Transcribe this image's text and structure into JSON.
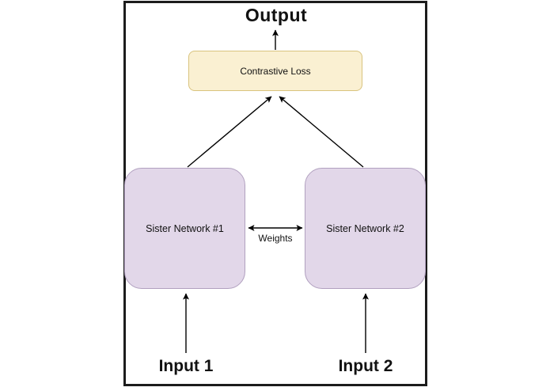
{
  "diagram": {
    "title": "Output",
    "nodes": {
      "contrastive_loss": {
        "label": "Contrastive Loss"
      },
      "sister_network_1": {
        "label": "Sister Network #1"
      },
      "sister_network_2": {
        "label": "Sister Network #2"
      }
    },
    "edges": {
      "weights_label": "Weights"
    },
    "inputs": {
      "input_1": {
        "label": "Input 1"
      },
      "input_2": {
        "label": "Input 2"
      }
    },
    "colors": {
      "background": "#FFFFFF",
      "frame_border": "#1C1C1C",
      "loss_fill": "#FAF0D2",
      "loss_border": "#D9C37E",
      "network_fill": "#E2D7E9",
      "network_border": "#B1A0BF",
      "arrow": "#000000"
    }
  }
}
